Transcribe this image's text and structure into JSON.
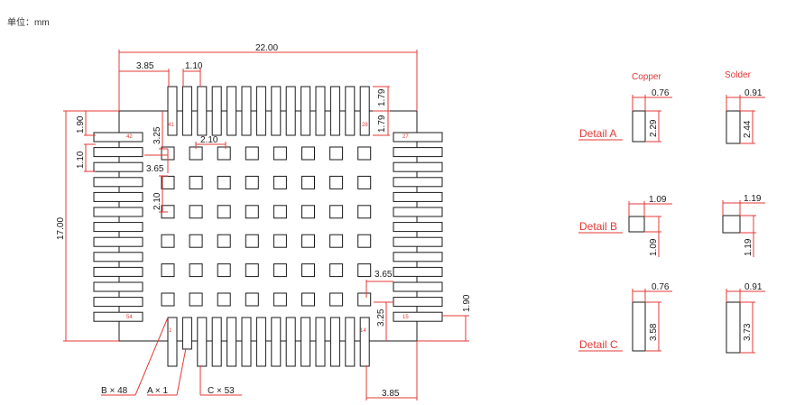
{
  "unit_label": "单位：mm",
  "headers": {
    "copper": "Copper",
    "solder": "Solder"
  },
  "dims": {
    "overall_width": "22.00",
    "overall_height": "17.00",
    "offset_top_left": "3.85",
    "pad_pitch": "1.10",
    "pad_len_top": "1.79",
    "pad_len_top_inner": "1.79",
    "left_top_pitch": "1.90",
    "left_pitch": "1.10",
    "inner_offset_y": "3.25",
    "grid_pitch_x": "2.10",
    "inner_offset_x": "3.65",
    "grid_pitch_y": "2.10",
    "inner_offset_x_right": "3.65",
    "inner_offset_y_right": "3.25",
    "right_bottom_pitch": "1.90",
    "offset_bottom_right": "3.85"
  },
  "pins": {
    "p1": "1",
    "p14": "14",
    "p15": "15",
    "p27": "27",
    "p28": "28",
    "p41": "41",
    "p42": "42",
    "p54": "54"
  },
  "callouts": {
    "b": "B × 48",
    "a": "A × 1",
    "c": "C × 53"
  },
  "details": {
    "a": {
      "label": "Detail A",
      "copper_w": "0.76",
      "copper_h": "2.29",
      "solder_w": "0.91",
      "solder_h": "2.44"
    },
    "b": {
      "label": "Detail B",
      "copper_w": "1.09",
      "copper_h": "1.09",
      "solder_w": "1.19",
      "solder_h": "1.19"
    },
    "c": {
      "label": "Detail C",
      "copper_w": "0.76",
      "copper_h": "3.58",
      "solder_w": "0.91",
      "solder_h": "3.73"
    }
  }
}
